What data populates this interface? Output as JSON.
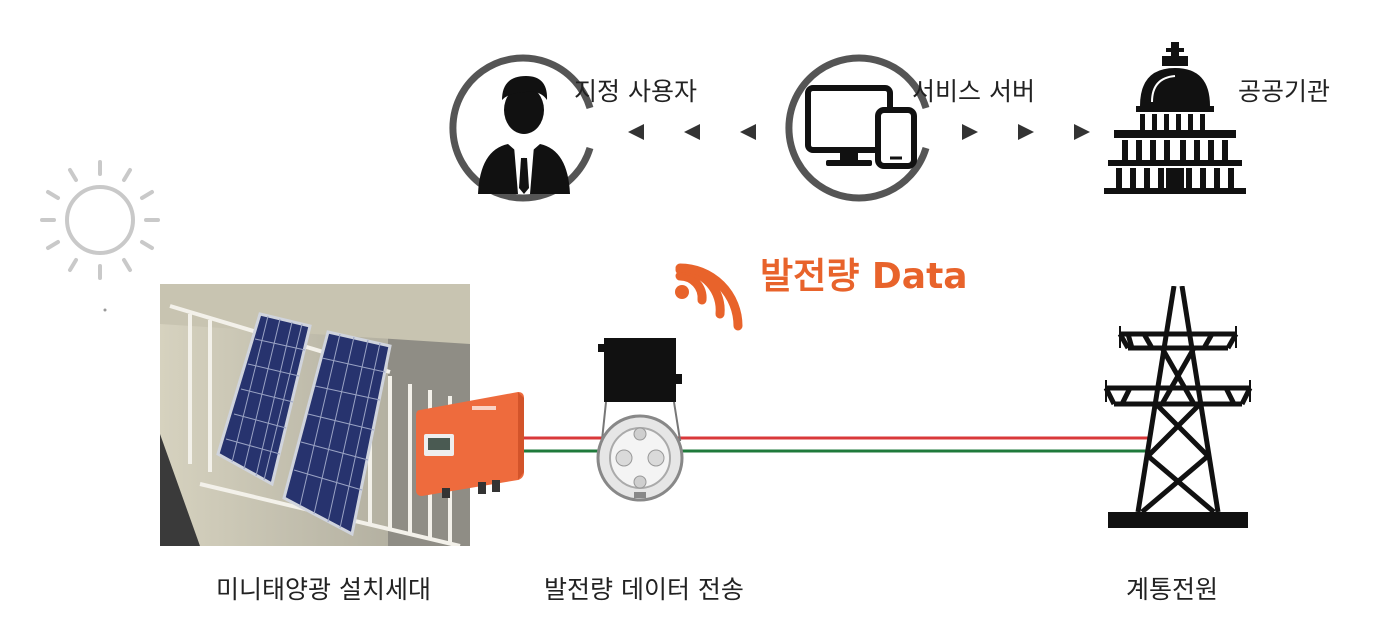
{
  "nodes": {
    "designated_user": "지정 사용자",
    "service_server": "서비스 서버",
    "public_agency": "공공기관",
    "mini_solar_household": "미니태양광 설치세대",
    "generation_data_transmission": "발전량 데이터 전송",
    "grid_power": "계통전원"
  },
  "data_title": "발전량 Data",
  "colors": {
    "accent": "#e8632b",
    "red_line": "#d9383a",
    "green_line": "#1f7a3b",
    "circle_stroke": "#555555",
    "sun": "#c9c9c9"
  }
}
